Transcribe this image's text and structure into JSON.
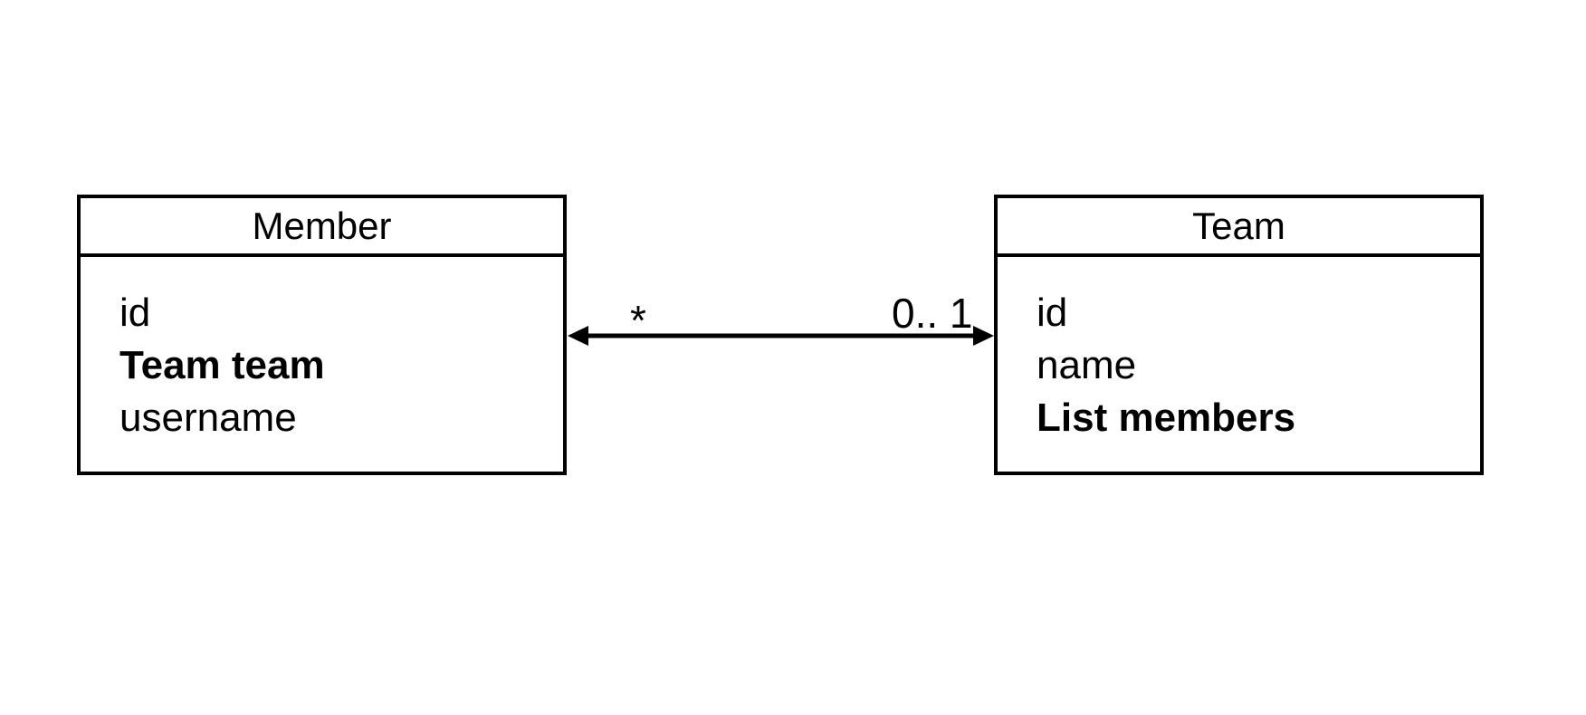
{
  "canvas": {
    "background": "#ffffff",
    "stroke": "#000000"
  },
  "classes": [
    {
      "name": "Member",
      "attributes": [
        {
          "text": "id",
          "bold": false
        },
        {
          "text": "Team team",
          "bold": true
        },
        {
          "text": "username",
          "bold": false
        }
      ]
    },
    {
      "name": "Team",
      "attributes": [
        {
          "text": "id",
          "bold": false
        },
        {
          "text": "name",
          "bold": false
        },
        {
          "text": "List members",
          "bold": true
        }
      ]
    }
  ],
  "association": {
    "source_class": "Member",
    "target_class": "Team",
    "source_multiplicity": "*",
    "target_multiplicity": "0.. 1",
    "line_style": "solid",
    "arrowheads": "both"
  }
}
